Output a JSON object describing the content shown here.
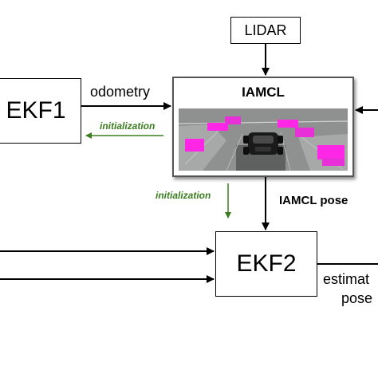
{
  "blocks": {
    "lidar": "LIDAR",
    "ekf1": "EKF1",
    "iamcl": "IAMCL",
    "ekf2": "EKF2"
  },
  "edges": {
    "odometry": "odometry",
    "initialization_to_ekf1": "initialization",
    "initialization_to_ekf2": "initialization",
    "iamcl_pose": "IAMCL pose",
    "estimated_pose_line1": "estimat",
    "estimated_pose_line2": "pose"
  },
  "colors": {
    "initialization_arrow": "#3a7d1e",
    "map_background": "#8e9190",
    "particles": "#ff26e6"
  }
}
